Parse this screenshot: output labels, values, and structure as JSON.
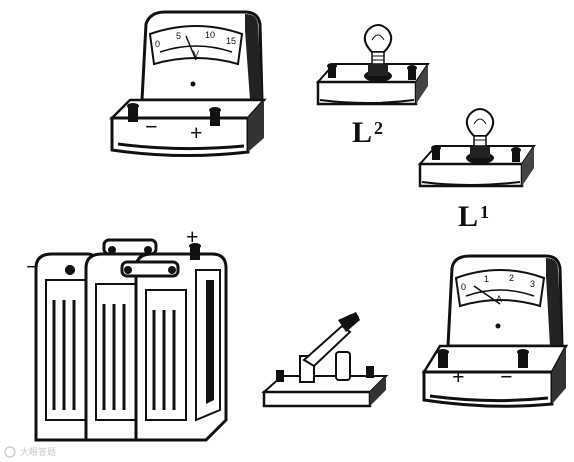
{
  "voltmeter": {
    "symbol": "V",
    "scale_labels": [
      "0",
      "5",
      "10",
      "15"
    ],
    "minus_sign": "−",
    "plus_sign": "+"
  },
  "ammeter": {
    "symbol": "A",
    "scale_labels": [
      "0",
      "1",
      "2",
      "3"
    ],
    "plus_sign": "+",
    "minus_sign": "−"
  },
  "lamp_l2": {
    "letter": "L",
    "subscript": "2"
  },
  "lamp_l1": {
    "letter": "L",
    "subscript": "1"
  },
  "battery": {
    "minus_sign": "−",
    "plus_sign": "+"
  },
  "watermark": {
    "text": "大眼答题"
  }
}
